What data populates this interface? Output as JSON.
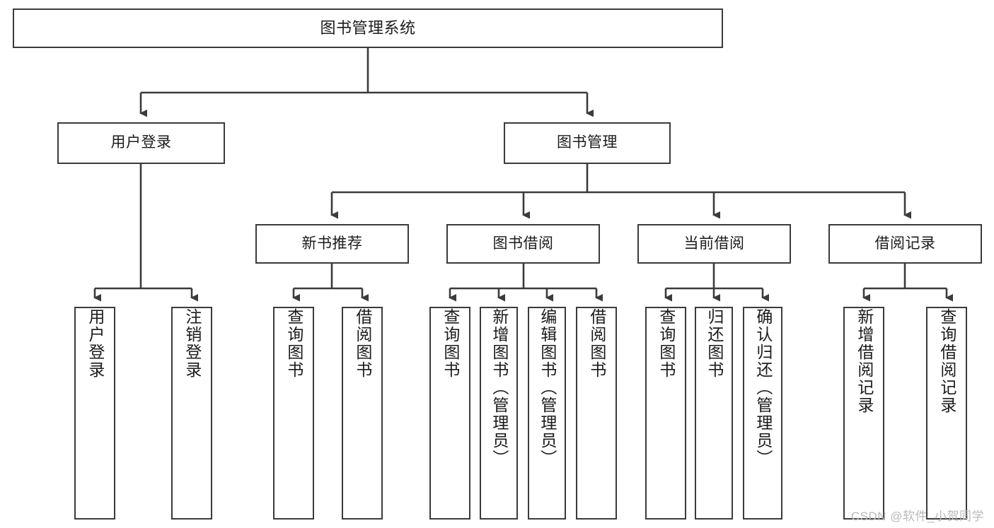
{
  "diagram": {
    "title": "图书管理系统",
    "type": "hierarchy-tree",
    "root": {
      "label": "图书管理系统"
    },
    "level2": [
      {
        "label": "用户登录"
      },
      {
        "label": "图书管理"
      }
    ],
    "level3": [
      {
        "label": "新书推荐"
      },
      {
        "label": "图书借阅"
      },
      {
        "label": "当前借阅"
      },
      {
        "label": "借阅记录"
      }
    ],
    "leaves": {
      "user_login": [
        {
          "label": "用户登录"
        },
        {
          "label": "注销登录"
        }
      ],
      "new_book_recommend": [
        {
          "label": "查询图书"
        },
        {
          "label": "借阅图书"
        }
      ],
      "book_borrow": [
        {
          "label": "查询图书"
        },
        {
          "label": "新增图书（管理员）"
        },
        {
          "label": "编辑图书（管理员）"
        },
        {
          "label": "借阅图书"
        }
      ],
      "current_borrow": [
        {
          "label": "查询图书"
        },
        {
          "label": "归还图书"
        },
        {
          "label": "确认归还（管理员）"
        }
      ],
      "borrow_record": [
        {
          "label": "新增借阅记录"
        },
        {
          "label": "查询借阅记录"
        }
      ]
    }
  },
  "watermark": {
    "text": "CSDN @软件_小贺同学"
  },
  "colors": {
    "stroke": "#3b3b3b",
    "background": "#ffffff",
    "text": "#1b1b1b",
    "watermark": "#b9b9b9"
  }
}
